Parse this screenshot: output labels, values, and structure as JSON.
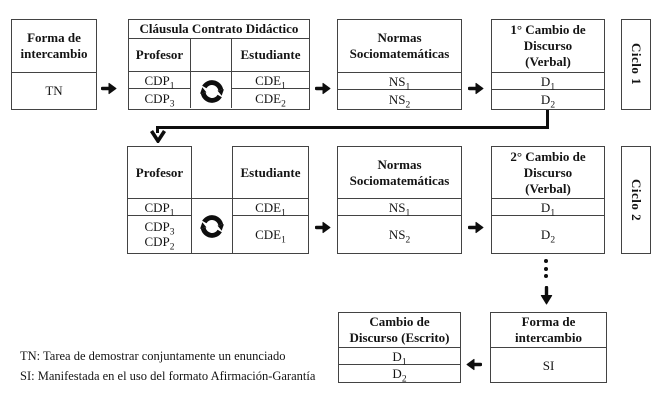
{
  "cycle1": {
    "forma": {
      "title_lines": [
        "Forma de",
        "intercambio"
      ],
      "value": "TN"
    },
    "clausula": {
      "title": "Cláusula Contrato Didáctico",
      "profesor_header": "Profesor",
      "estudiante_header": "Estudiante",
      "profesor_rows": [
        {
          "base": "CDP",
          "sub": "1"
        },
        {
          "base": "CDP",
          "sub": "3"
        }
      ],
      "estudiante_rows": [
        {
          "base": "CDE",
          "sub": "1"
        },
        {
          "base": "CDE",
          "sub": "2"
        }
      ]
    },
    "normas": {
      "title_lines": [
        "Normas",
        "Sociomatemáticas"
      ],
      "rows": [
        {
          "base": "NS",
          "sub": "1"
        },
        {
          "base": "NS",
          "sub": "2"
        }
      ]
    },
    "cambio": {
      "title_lines": [
        "1° Cambio de",
        "Discurso",
        "(Verbal)"
      ],
      "rows": [
        {
          "base": "D",
          "sub": "1"
        },
        {
          "base": "D",
          "sub": "2"
        }
      ]
    },
    "label": "Ciclo 1"
  },
  "cycle2": {
    "profesor_header": "Profesor",
    "estudiante_header": "Estudiante",
    "profesor_row1": {
      "base": "CDP",
      "sub": "1"
    },
    "profesor_row2": [
      {
        "base": "CDP",
        "sub": "3"
      },
      {
        "base": "CDP",
        "sub": "2"
      }
    ],
    "estudiante_row1": {
      "base": "CDE",
      "sub": "1"
    },
    "estudiante_row2": {
      "base": "CDE",
      "sub": "1"
    },
    "normas": {
      "title_lines": [
        "Normas",
        "Sociomatemáticas"
      ],
      "rows": [
        {
          "base": "NS",
          "sub": "1"
        },
        {
          "base": "NS",
          "sub": "2"
        }
      ]
    },
    "cambio": {
      "title_lines": [
        "2° Cambio de",
        "Discurso",
        "(Verbal)"
      ],
      "rows": [
        {
          "base": "D",
          "sub": "1"
        },
        {
          "base": "D",
          "sub": "2"
        }
      ]
    },
    "label": "Ciclo 2"
  },
  "final": {
    "escrito": {
      "title_lines": [
        "Cambio de",
        "Discurso (Escrito)"
      ],
      "rows": [
        {
          "base": "D",
          "sub": "1"
        },
        {
          "base": "D",
          "sub": "2"
        }
      ]
    },
    "forma": {
      "title_lines": [
        "Forma de",
        "intercambio"
      ],
      "value": "SI"
    }
  },
  "footnotes": [
    "TN: Tarea de demostrar conjuntamente un enunciado",
    "SI: Manifestada en el uso del formato Afirmación-Garantía"
  ],
  "icons": {
    "sync": "circular-sync-arrows",
    "flow_right": "bold-right-arrow",
    "flow_left": "bold-left-arrow",
    "flow_down": "bold-down-arrow",
    "connector": "chevron-down-arrowhead",
    "ellipsis": "vertical-dots"
  },
  "colors": {
    "border": "#434343",
    "text": "#141414",
    "line": "#0e0e0e",
    "background": "#ffffff"
  }
}
